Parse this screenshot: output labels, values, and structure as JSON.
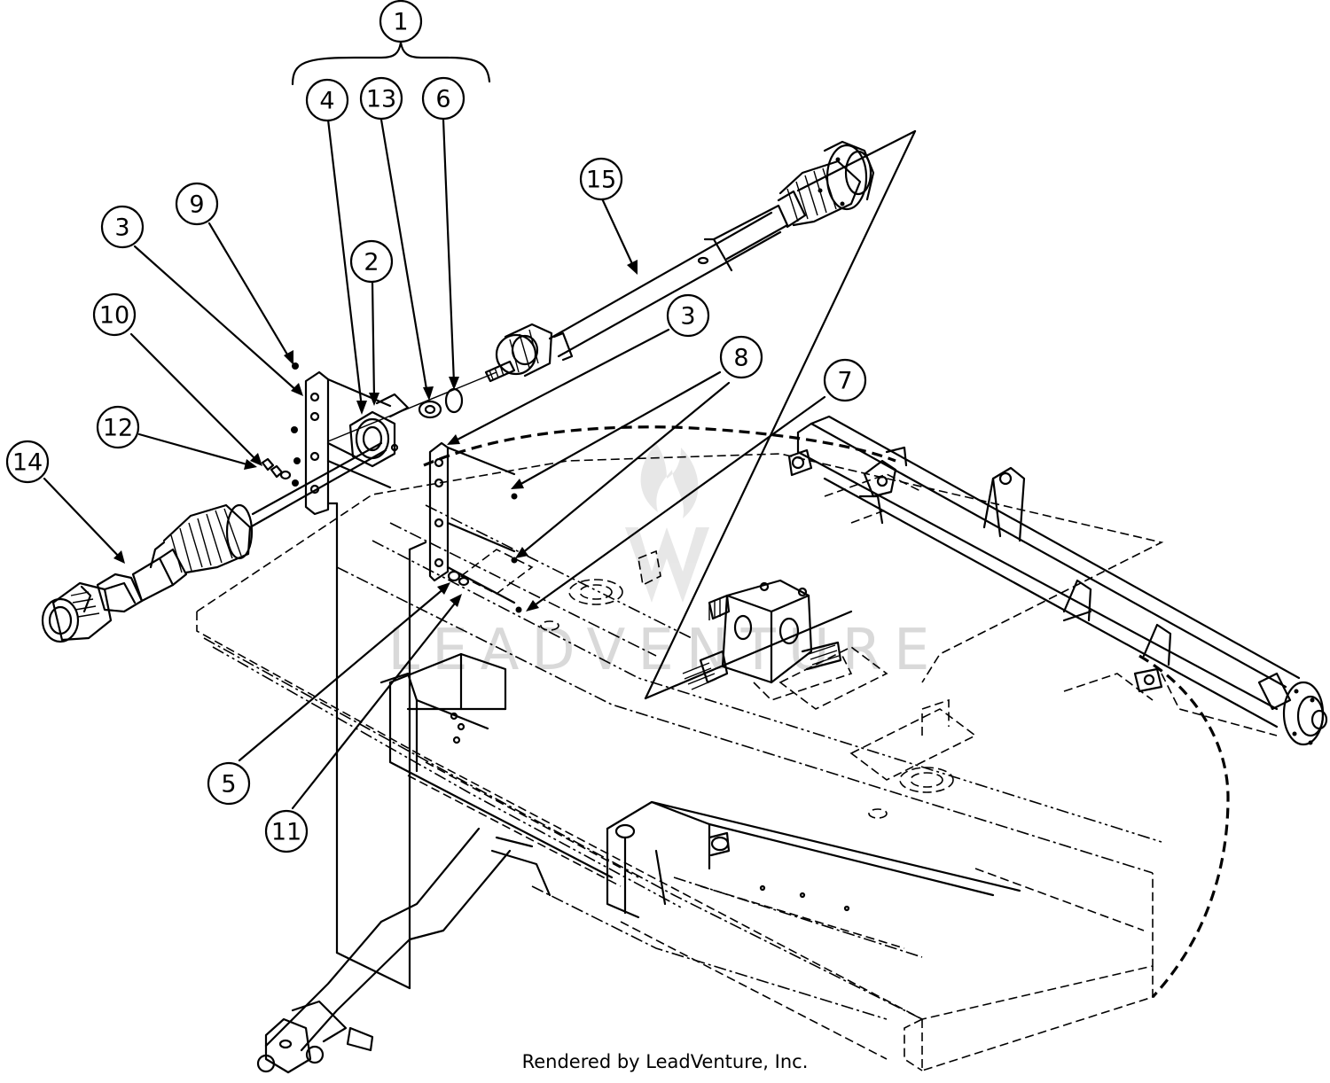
{
  "watermark": {
    "text": "LEADVENTURE",
    "color": "#d9d9d9"
  },
  "footer": {
    "credit": "Rendered by LeadVenture, Inc."
  },
  "callouts": [
    {
      "num": "1"
    },
    {
      "num": "4"
    },
    {
      "num": "13"
    },
    {
      "num": "6"
    },
    {
      "num": "15"
    },
    {
      "num": "9"
    },
    {
      "num": "3"
    },
    {
      "num": "2"
    },
    {
      "num": "10"
    },
    {
      "num": "3"
    },
    {
      "num": "8"
    },
    {
      "num": "7"
    },
    {
      "num": "12"
    },
    {
      "num": "14"
    },
    {
      "num": "5"
    },
    {
      "num": "11"
    }
  ]
}
